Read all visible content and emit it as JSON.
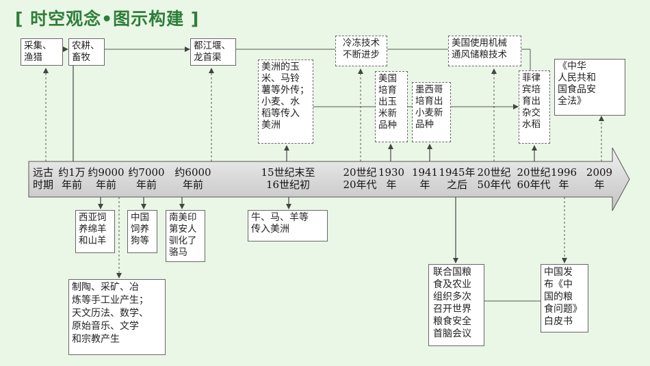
{
  "title": "[ 时空观念•图示构建 ]",
  "timeline_labels": [
    {
      "id": "yuangu",
      "text": "远古\n时期"
    },
    {
      "id": "1wan",
      "text": "约1万\n年前"
    },
    {
      "id": "9000",
      "text": "约9000\n年前"
    },
    {
      "id": "7000",
      "text": "约7000\n年前"
    },
    {
      "id": "6000",
      "text": "约6000\n年前"
    },
    {
      "id": "15c",
      "text": "15世纪末至\n16世纪初"
    },
    {
      "id": "1920s",
      "text": "20世纪\n20年代"
    },
    {
      "id": "1930",
      "text": "1930\n年"
    },
    {
      "id": "1941",
      "text": "1941\n年"
    },
    {
      "id": "1945",
      "text": "1945年\n之后"
    },
    {
      "id": "1950s",
      "text": "20世纪\n50年代"
    },
    {
      "id": "1960s",
      "text": "20世纪\n60年代"
    },
    {
      "id": "1996",
      "text": "1996\n年"
    },
    {
      "id": "2009",
      "text": "2009\n年"
    }
  ],
  "boxes": {
    "caiji": "采集、\n渔猎",
    "nonggeng": "农耕、\n畜牧",
    "dujiangyan": "都江堰、\n龙首渠",
    "lengdong": "冷冻技术\n不断进步",
    "meiguo_jixie": "美国使用机械\n通风储粮技术",
    "zhonghua_law": "《中华\n人民共和\n国食品安\n全法》",
    "meizhou_waichuan": "美洲的玉\n米、马铃\n薯等外传；\n小麦、水\n稻等传入\n美洲",
    "meiguo_yumi": "美国\n培育\n出玉\n米新\n品种",
    "moxige": "墨西哥\n培育出\n小麦新\n品种",
    "feilvbin": "菲律\n宾培\n育出\n杂交\n水稻",
    "xiya": "西亚饲\n养绵羊\n和山羊",
    "zhongguo_gou": "中国\n饲养\n狗等",
    "nanmei": "南美印\n第安人\n驯化了\n骆马",
    "niuma": "牛、马、羊等\n传入美洲",
    "zhitao": "制陶、采矿、冶\n炼等手工业产生；\n天文历法、数学、\n原始音乐、文学\n和宗教产生",
    "lianheguo": "联合国粮\n食及农业\n组织多次\n召开世界\n粮食安全\n首脑会议",
    "baipishu": "中国发\n布《中\n国的粮\n食问题》\n白皮书"
  },
  "colors": {
    "title": "#2e7d3a",
    "background": "#eaf6e6",
    "arrow_fill": "#dcdcdc"
  }
}
